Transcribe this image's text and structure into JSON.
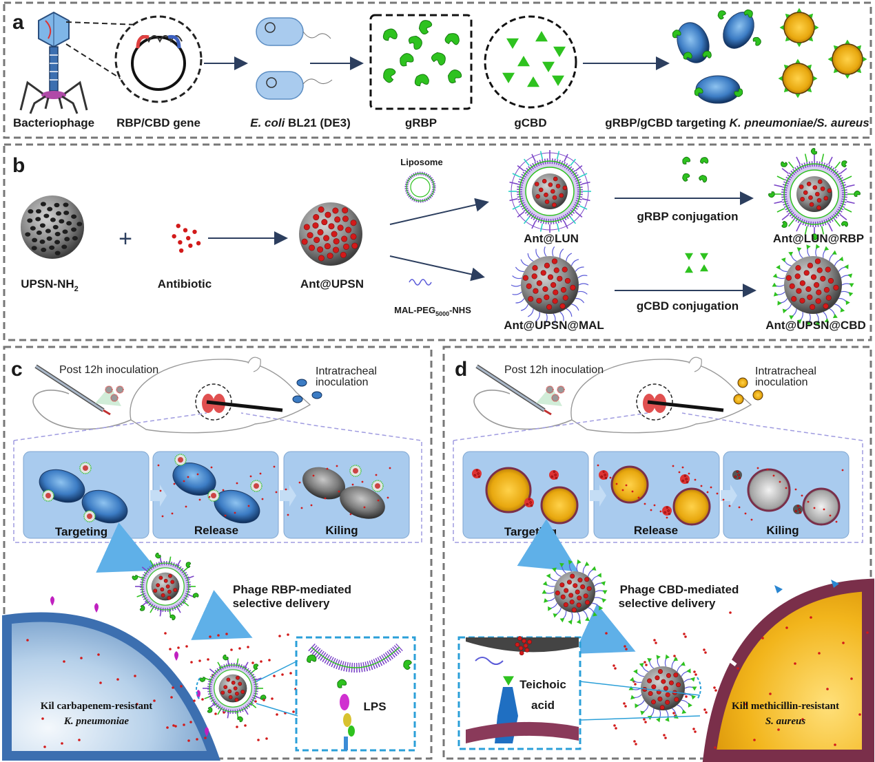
{
  "panels": {
    "a": {
      "letter": "a",
      "labels": {
        "bacteriophage": "Bacteriophage",
        "gene": "RBP/CBD gene",
        "ecoli_italic": "E. coli",
        "ecoli_rest": " BL21 (DE3)",
        "grbp": "gRBP",
        "gcbd": "gCBD",
        "targeting_prefix": "gRBP/gCBD targeting ",
        "targeting_species": "K. pneumoniae/S. aureus"
      }
    },
    "b": {
      "letter": "b",
      "labels": {
        "upsn_base": "UPSN-NH",
        "upsn_sub": "2",
        "antibiotic": "Antibiotic",
        "ant_upsn": "Ant@UPSN",
        "liposome": "Liposome",
        "mal_peg_base": "MAL-PEG",
        "mal_peg_sub": "5000",
        "mal_peg_tail": "-NHS",
        "ant_lun": "Ant@LUN",
        "ant_upsn_mal": "Ant@UPSN@MAL",
        "grbp_conj": "gRBP conjugation",
        "gcbd_conj": "gCBD conjugation",
        "ant_lun_rbp": "Ant@LUN@RBP",
        "ant_upsn_cbd": "Ant@UPSN@CBD"
      }
    },
    "c": {
      "letter": "c",
      "labels": {
        "post": "Post 12h inoculation",
        "intra1": "Intratracheal",
        "intra2": "inoculation",
        "step1": "Targeting",
        "step2": "Release",
        "step3": "Kiling",
        "delivery1": "Phage RBP-mediated",
        "delivery2": "selective delivery",
        "lps": "LPS",
        "kill1": "Kil carbapenem-resistant",
        "kill2": "K. pneumoniae"
      }
    },
    "d": {
      "letter": "d",
      "labels": {
        "post": "Post 12h inoculation",
        "intra1": "Intratracheal",
        "intra2": "inoculation",
        "step1": "Targeting",
        "step2": "Release",
        "step3": "Kiling",
        "delivery1": "Phage CBD-mediated",
        "delivery2": "selective delivery",
        "teichoic1": "Teichoic",
        "teichoic2": "acid",
        "kill1": "Kill methicillin-resistant",
        "kill2": "S. aureus"
      }
    }
  },
  "colors": {
    "navy_arrow": "#2c3e5e",
    "green": "#2ec21f",
    "bacteria_blue": "#4b8fd6",
    "aureus_gold": "#e8a80f",
    "panel_border": "#777777",
    "step_bg": "#a9cbee",
    "antibiotic_red": "#d21a1a",
    "lipid_purple": "#7a43c7",
    "dashed_blue": "#2a9fd8"
  }
}
